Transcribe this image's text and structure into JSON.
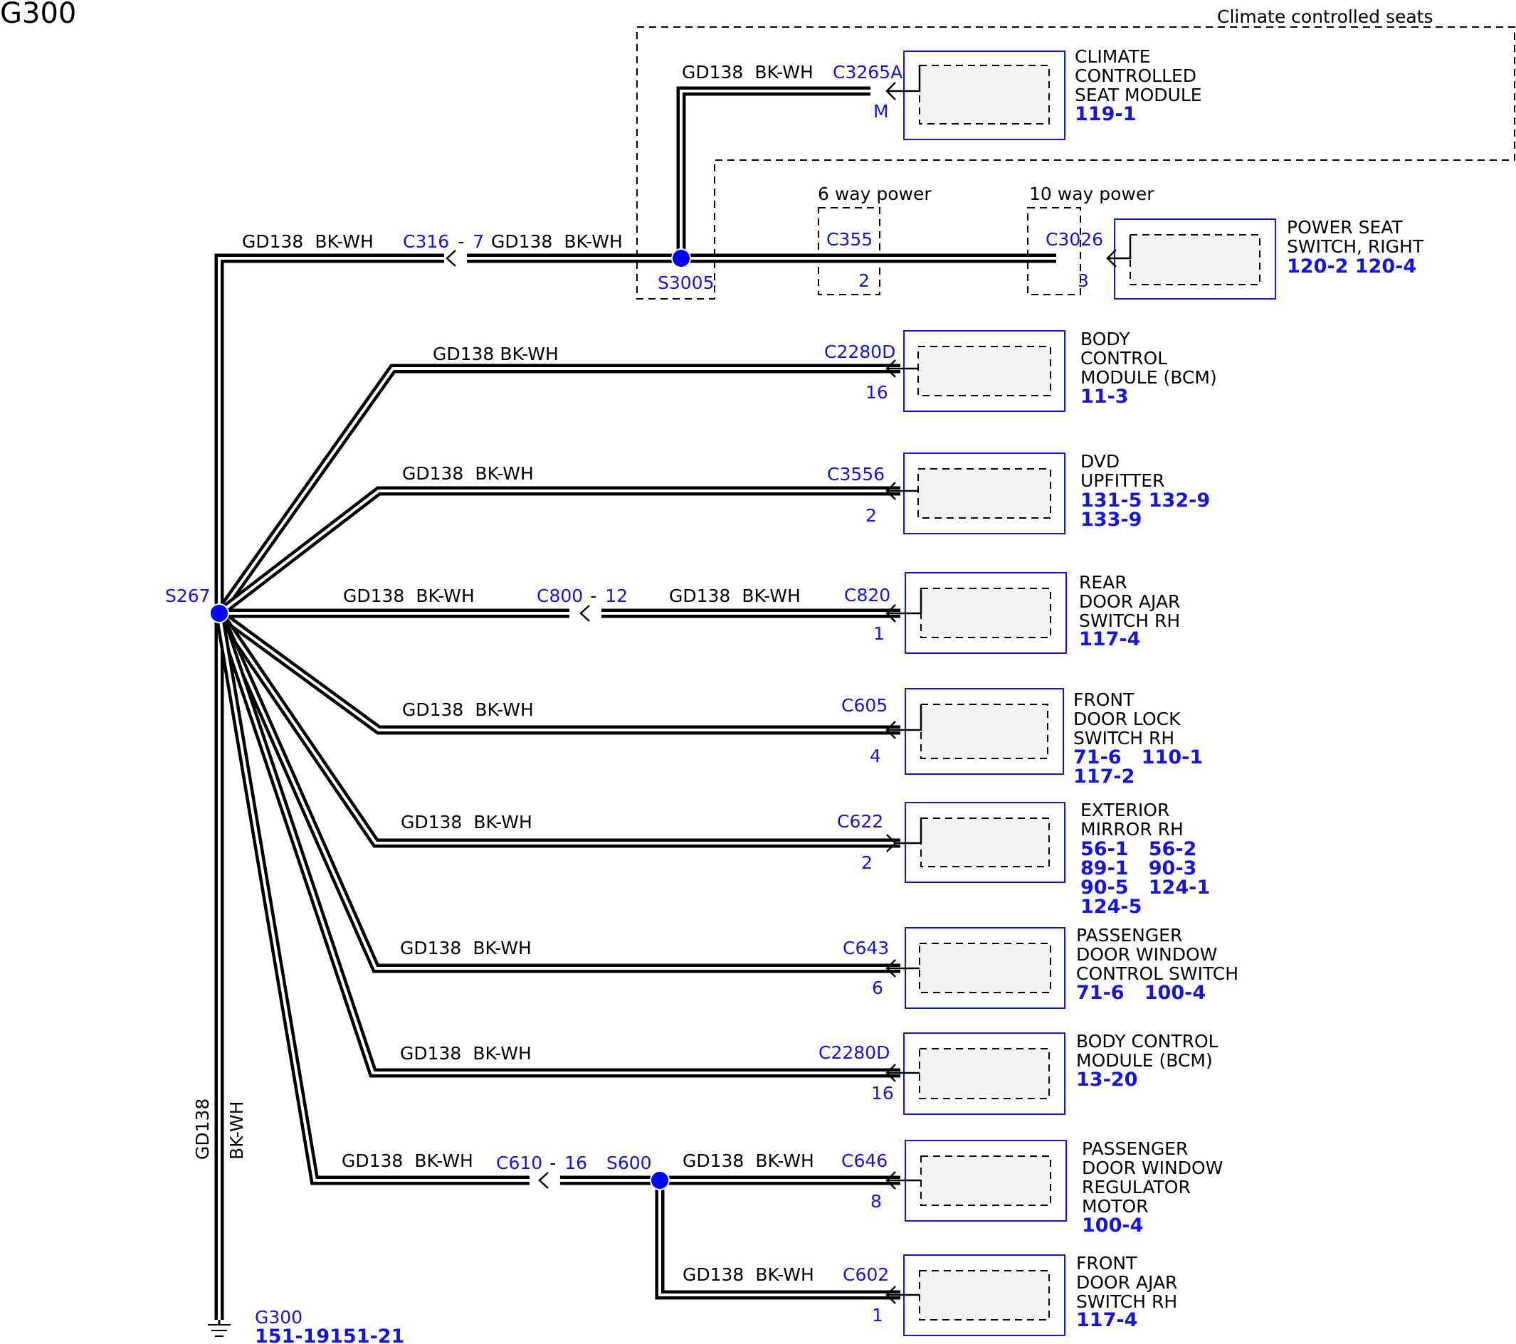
{
  "title": "G300",
  "wire": {
    "circuit": "GD138",
    "color": "BK-WH"
  },
  "group_label": "Climate controlled seats",
  "options": {
    "six_way": "6 way power",
    "ten_way": "10 way power"
  },
  "splices": {
    "s267": "S267",
    "s3005": "S3005",
    "s600": "S600"
  },
  "inline": {
    "c316": {
      "name": "C316",
      "dash": "-",
      "pin": "7"
    },
    "c800": {
      "name": "C800",
      "dash": "-",
      "pin": "12"
    },
    "c610": {
      "name": "C610",
      "dash": "-",
      "pin": "16"
    }
  },
  "connectors": {
    "c3265a": {
      "name": "C3265A",
      "pin": "M"
    },
    "c355": {
      "name": "C355",
      "pin": "2"
    },
    "c3026": {
      "name": "C3026",
      "pin": "3"
    },
    "c2280d_a": {
      "name": "C2280D",
      "pin": "16"
    },
    "c3556": {
      "name": "C3556",
      "pin": "2"
    },
    "c820": {
      "name": "C820",
      "pin": "1"
    },
    "c605": {
      "name": "C605",
      "pin": "4"
    },
    "c622": {
      "name": "C622",
      "pin": "2"
    },
    "c643": {
      "name": "C643",
      "pin": "6"
    },
    "c2280d_b": {
      "name": "C2280D",
      "pin": "16"
    },
    "c646": {
      "name": "C646",
      "pin": "8"
    },
    "c602": {
      "name": "C602",
      "pin": "1"
    }
  },
  "components": {
    "climate_seat": {
      "lines": [
        "CLIMATE",
        "CONTROLLED",
        "SEAT MODULE"
      ],
      "refs": [
        "119-1"
      ]
    },
    "power_seat": {
      "lines": [
        "POWER SEAT",
        "SWITCH, RIGHT"
      ],
      "refs": [
        "120-2 120-4"
      ]
    },
    "bcm_a": {
      "lines": [
        "BODY",
        "CONTROL",
        "MODULE (BCM)"
      ],
      "refs": [
        "11-3"
      ]
    },
    "dvd": {
      "lines": [
        "DVD",
        "UPFITTER"
      ],
      "refs": [
        "131-5 132-9",
        "133-9"
      ]
    },
    "rear_door": {
      "lines": [
        "REAR",
        "DOOR AJAR",
        "SWITCH RH"
      ],
      "refs": [
        "117-4"
      ]
    },
    "front_lock": {
      "lines": [
        "FRONT",
        "DOOR LOCK",
        "SWITCH RH"
      ],
      "refs": [
        "71-6   110-1",
        "117-2"
      ]
    },
    "mirror": {
      "lines": [
        "EXTERIOR",
        "MIRROR RH"
      ],
      "refs": [
        "56-1   56-2",
        "89-1   90-3",
        "90-5   124-1",
        "124-5"
      ]
    },
    "pass_window_sw": {
      "lines": [
        "PASSENGER",
        "DOOR WINDOW",
        "CONTROL SWITCH"
      ],
      "refs": [
        "71-6   100-4"
      ]
    },
    "bcm_b": {
      "lines": [
        "BODY CONTROL",
        "MODULE (BCM)"
      ],
      "refs": [
        "13-20"
      ]
    },
    "regulator": {
      "lines": [
        "PASSENGER",
        "DOOR WINDOW",
        "REGULATOR",
        "MOTOR"
      ],
      "refs": [
        "100-4"
      ]
    },
    "front_door": {
      "lines": [
        "FRONT",
        "DOOR AJAR",
        "SWITCH RH"
      ],
      "refs": [
        "117-4"
      ]
    }
  },
  "ground": {
    "name": "G300",
    "refs": "151-19151-21"
  }
}
